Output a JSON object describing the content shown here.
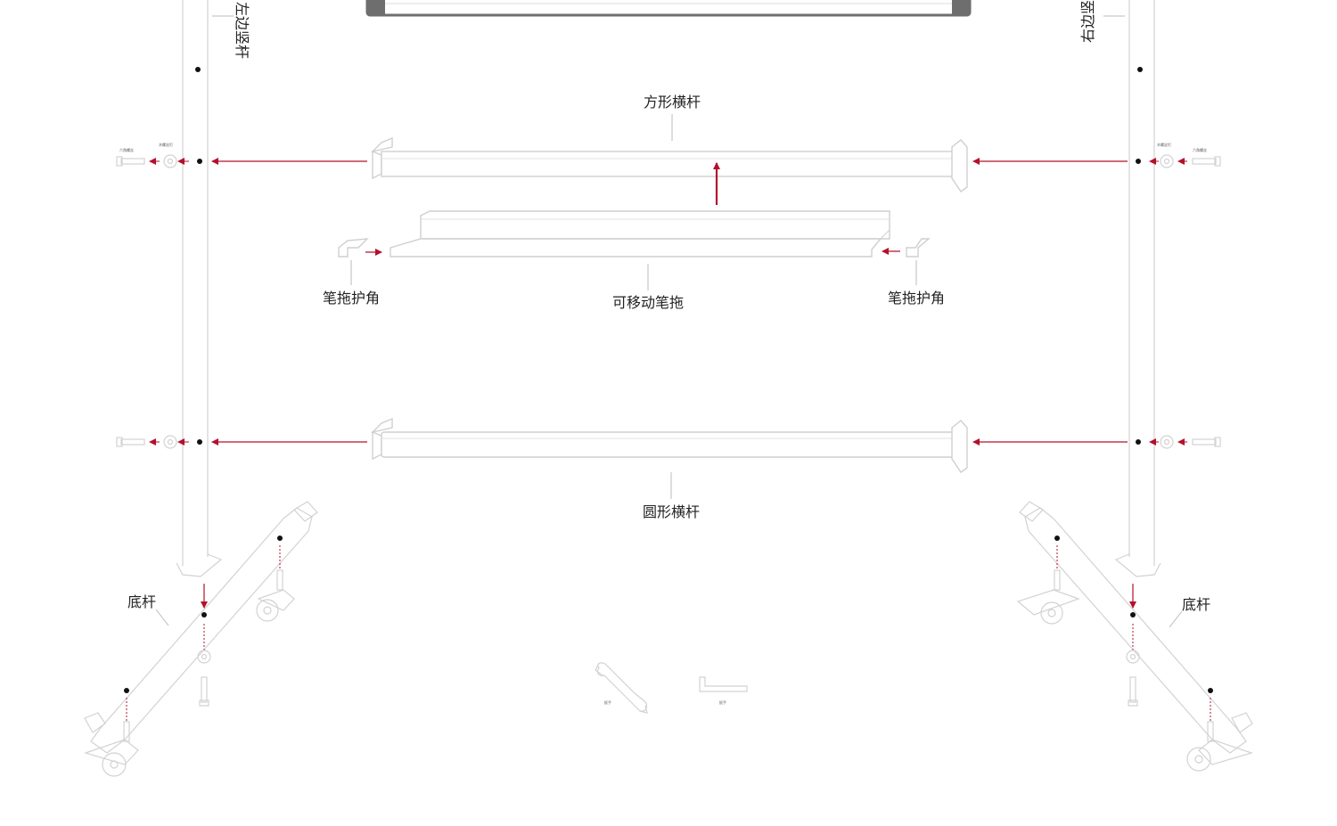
{
  "colors": {
    "arrow": "#b3112b",
    "outline": "#cfcfcf",
    "text": "#222222",
    "dark_bar": "#6e6e6e"
  },
  "labels": {
    "left_side_rod": "左边竖杆",
    "right_side_rod": "右边竖杆",
    "square_crossbar": "方形横杆",
    "round_crossbar": "圆形横杆",
    "movable_pen_tray": "可移动笔拖",
    "tray_corner_left": "笔拖护角",
    "tray_corner_right": "笔拖护角",
    "base_rod_left": "底杆",
    "base_rod_right": "底杆"
  },
  "icons": [
    "wrench-icon",
    "allen-key-icon",
    "caster-wheel-icon",
    "bolt-icon",
    "washer-icon"
  ]
}
